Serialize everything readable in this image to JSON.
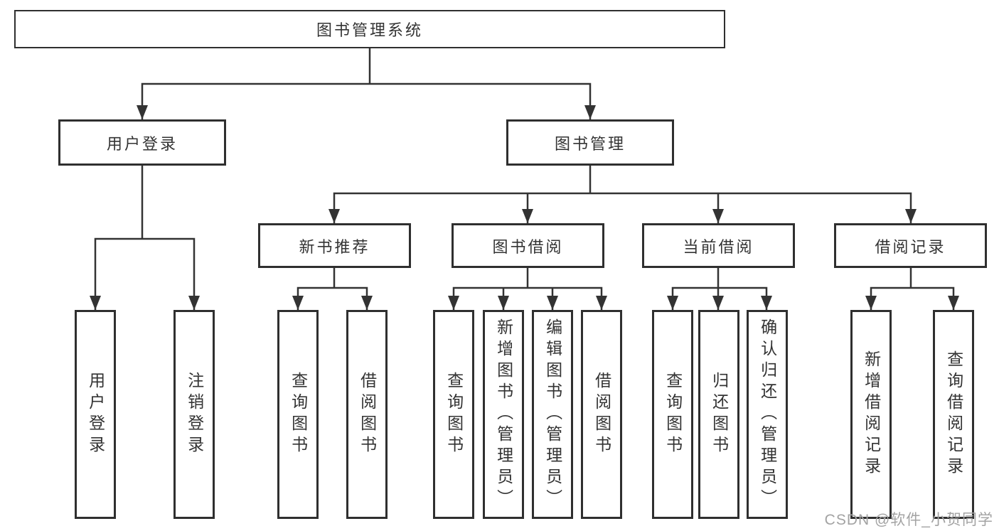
{
  "diagram": {
    "root": {
      "label": "图书管理系统"
    },
    "branches": [
      {
        "label": "用户登录",
        "children": [
          {
            "label": "用户登录"
          },
          {
            "label": "注销登录"
          }
        ]
      },
      {
        "label": "图书管理",
        "children": [
          {
            "label": "新书推荐",
            "children": [
              {
                "label": "查询图书"
              },
              {
                "label": "借阅图书"
              }
            ]
          },
          {
            "label": "图书借阅",
            "children": [
              {
                "label": "查询图书"
              },
              {
                "label": "新增图书（管理员）"
              },
              {
                "label": "编辑图书（管理员）"
              },
              {
                "label": "借阅图书"
              }
            ]
          },
          {
            "label": "当前借阅",
            "children": [
              {
                "label": "查询图书"
              },
              {
                "label": "归还图书"
              },
              {
                "label": "确认归还（管理员）"
              }
            ]
          },
          {
            "label": "借阅记录",
            "children": [
              {
                "label": "新增借阅记录"
              },
              {
                "label": "查询借阅记录"
              }
            ]
          }
        ]
      }
    ]
  },
  "watermark": {
    "text": "CSDN @软件_小贺同学"
  },
  "colors": {
    "line": "#333333",
    "box_border": "#2f2f2f",
    "text": "#333333",
    "watermark": "#a3a3a3",
    "background": "#ffffff"
  }
}
